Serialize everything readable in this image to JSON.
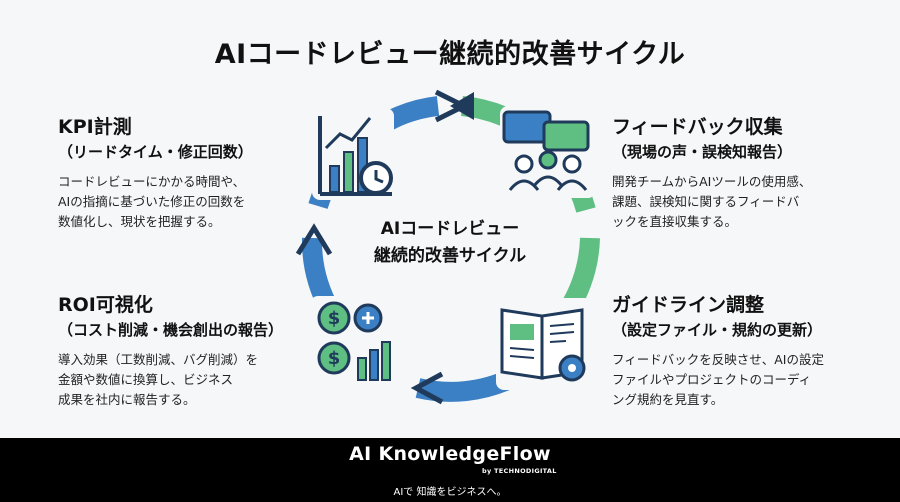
{
  "title": "AIコードレビュー継続的改善サイクル",
  "center_lines": [
    "AIコードレビュー",
    "継続的改善サイクル"
  ],
  "blocks": {
    "kpi": {
      "heading": "KPI計測",
      "sub": "（リードタイム・修正回数）",
      "lines": [
        "コードレビューにかかる時間や、",
        "AIの指摘に基づいた修正の回数を",
        "数値化し、現状を把握する。"
      ]
    },
    "feedback": {
      "heading": "フィードバック収集",
      "sub": "（現場の声・誤検知報告）",
      "lines": [
        "開発チームからAIツールの使用感、",
        "課題、誤検知に関するフィードバ",
        "ックを直接収集する。"
      ]
    },
    "roi": {
      "heading": "ROI可視化",
      "sub": "（コスト削減・機会創出の報告）",
      "lines": [
        "導入効果（工数削減、バグ削減）を",
        "金額や数値に換算し、ビジネス",
        "成果を社内に報告する。"
      ]
    },
    "guideline": {
      "heading": "ガイドライン調整",
      "sub": "（設定ファイル・規約の更新）",
      "lines": [
        "フィードバックを反映させ、AIの設定",
        "ファイルやプロジェクトのコーディ",
        "ング規約を見直す。"
      ]
    }
  },
  "icons": [
    "growth-chart-clock-icon",
    "chat-people-icon",
    "money-chart-icon",
    "open-book-gear-icon"
  ],
  "colors": {
    "blue": "#3b7fc4",
    "green": "#5fbf83",
    "dark": "#1f3a5a",
    "footer_bg": "#000000"
  },
  "footer": {
    "brand": "AI KnowledgeFlow",
    "by": "by TECHNODIGITAL",
    "tagline": "AIで 知識をビジネスへ。"
  }
}
